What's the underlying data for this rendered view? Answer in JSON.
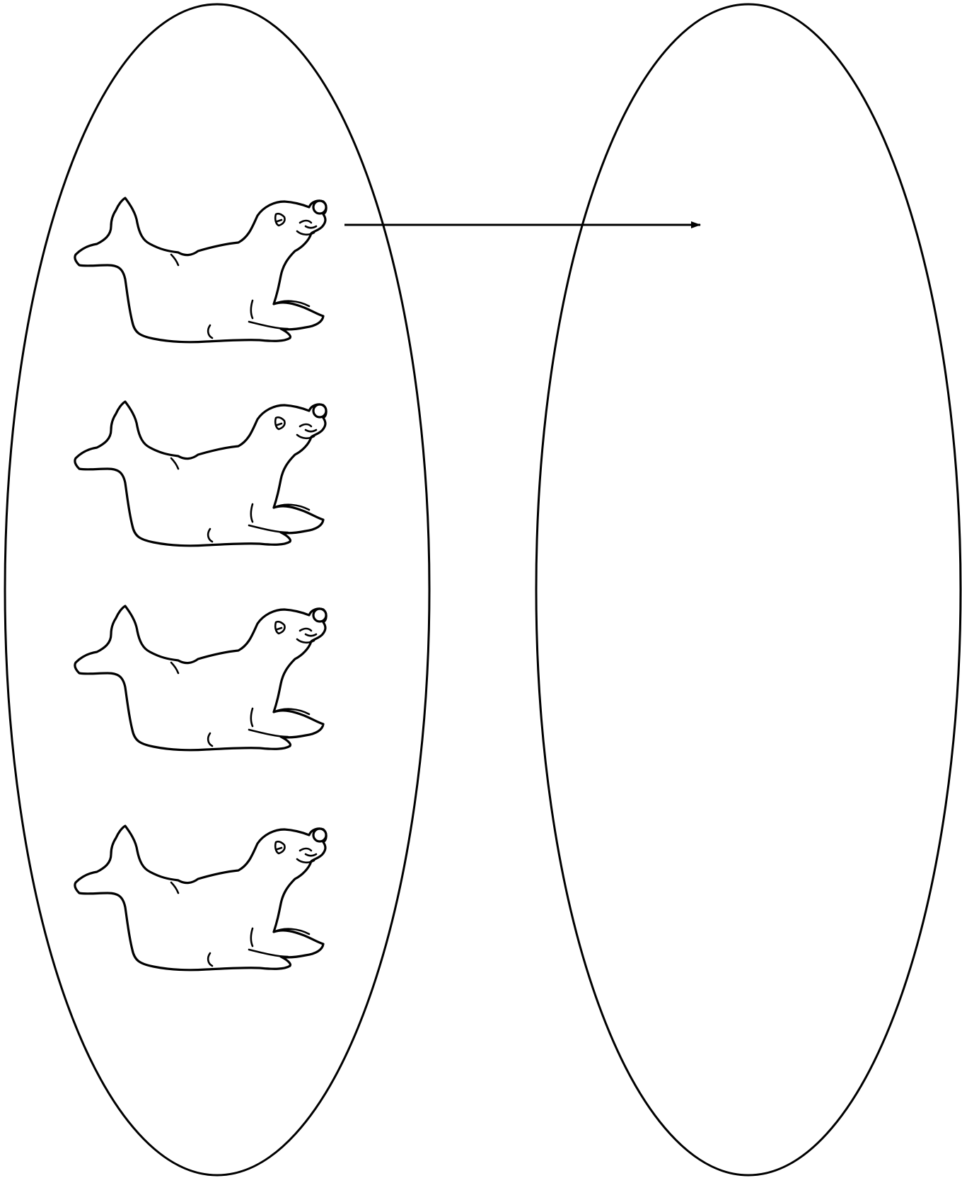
{
  "diagram": {
    "type": "mapping",
    "left_set": {
      "item_count": 4,
      "item_icon": "seal-icon"
    },
    "right_set": {
      "item_count": 0
    },
    "arrows": [
      {
        "from": "left_set.item_1",
        "to": "right_set"
      }
    ],
    "colors": {
      "stroke": "#000000",
      "background": "#ffffff"
    }
  }
}
